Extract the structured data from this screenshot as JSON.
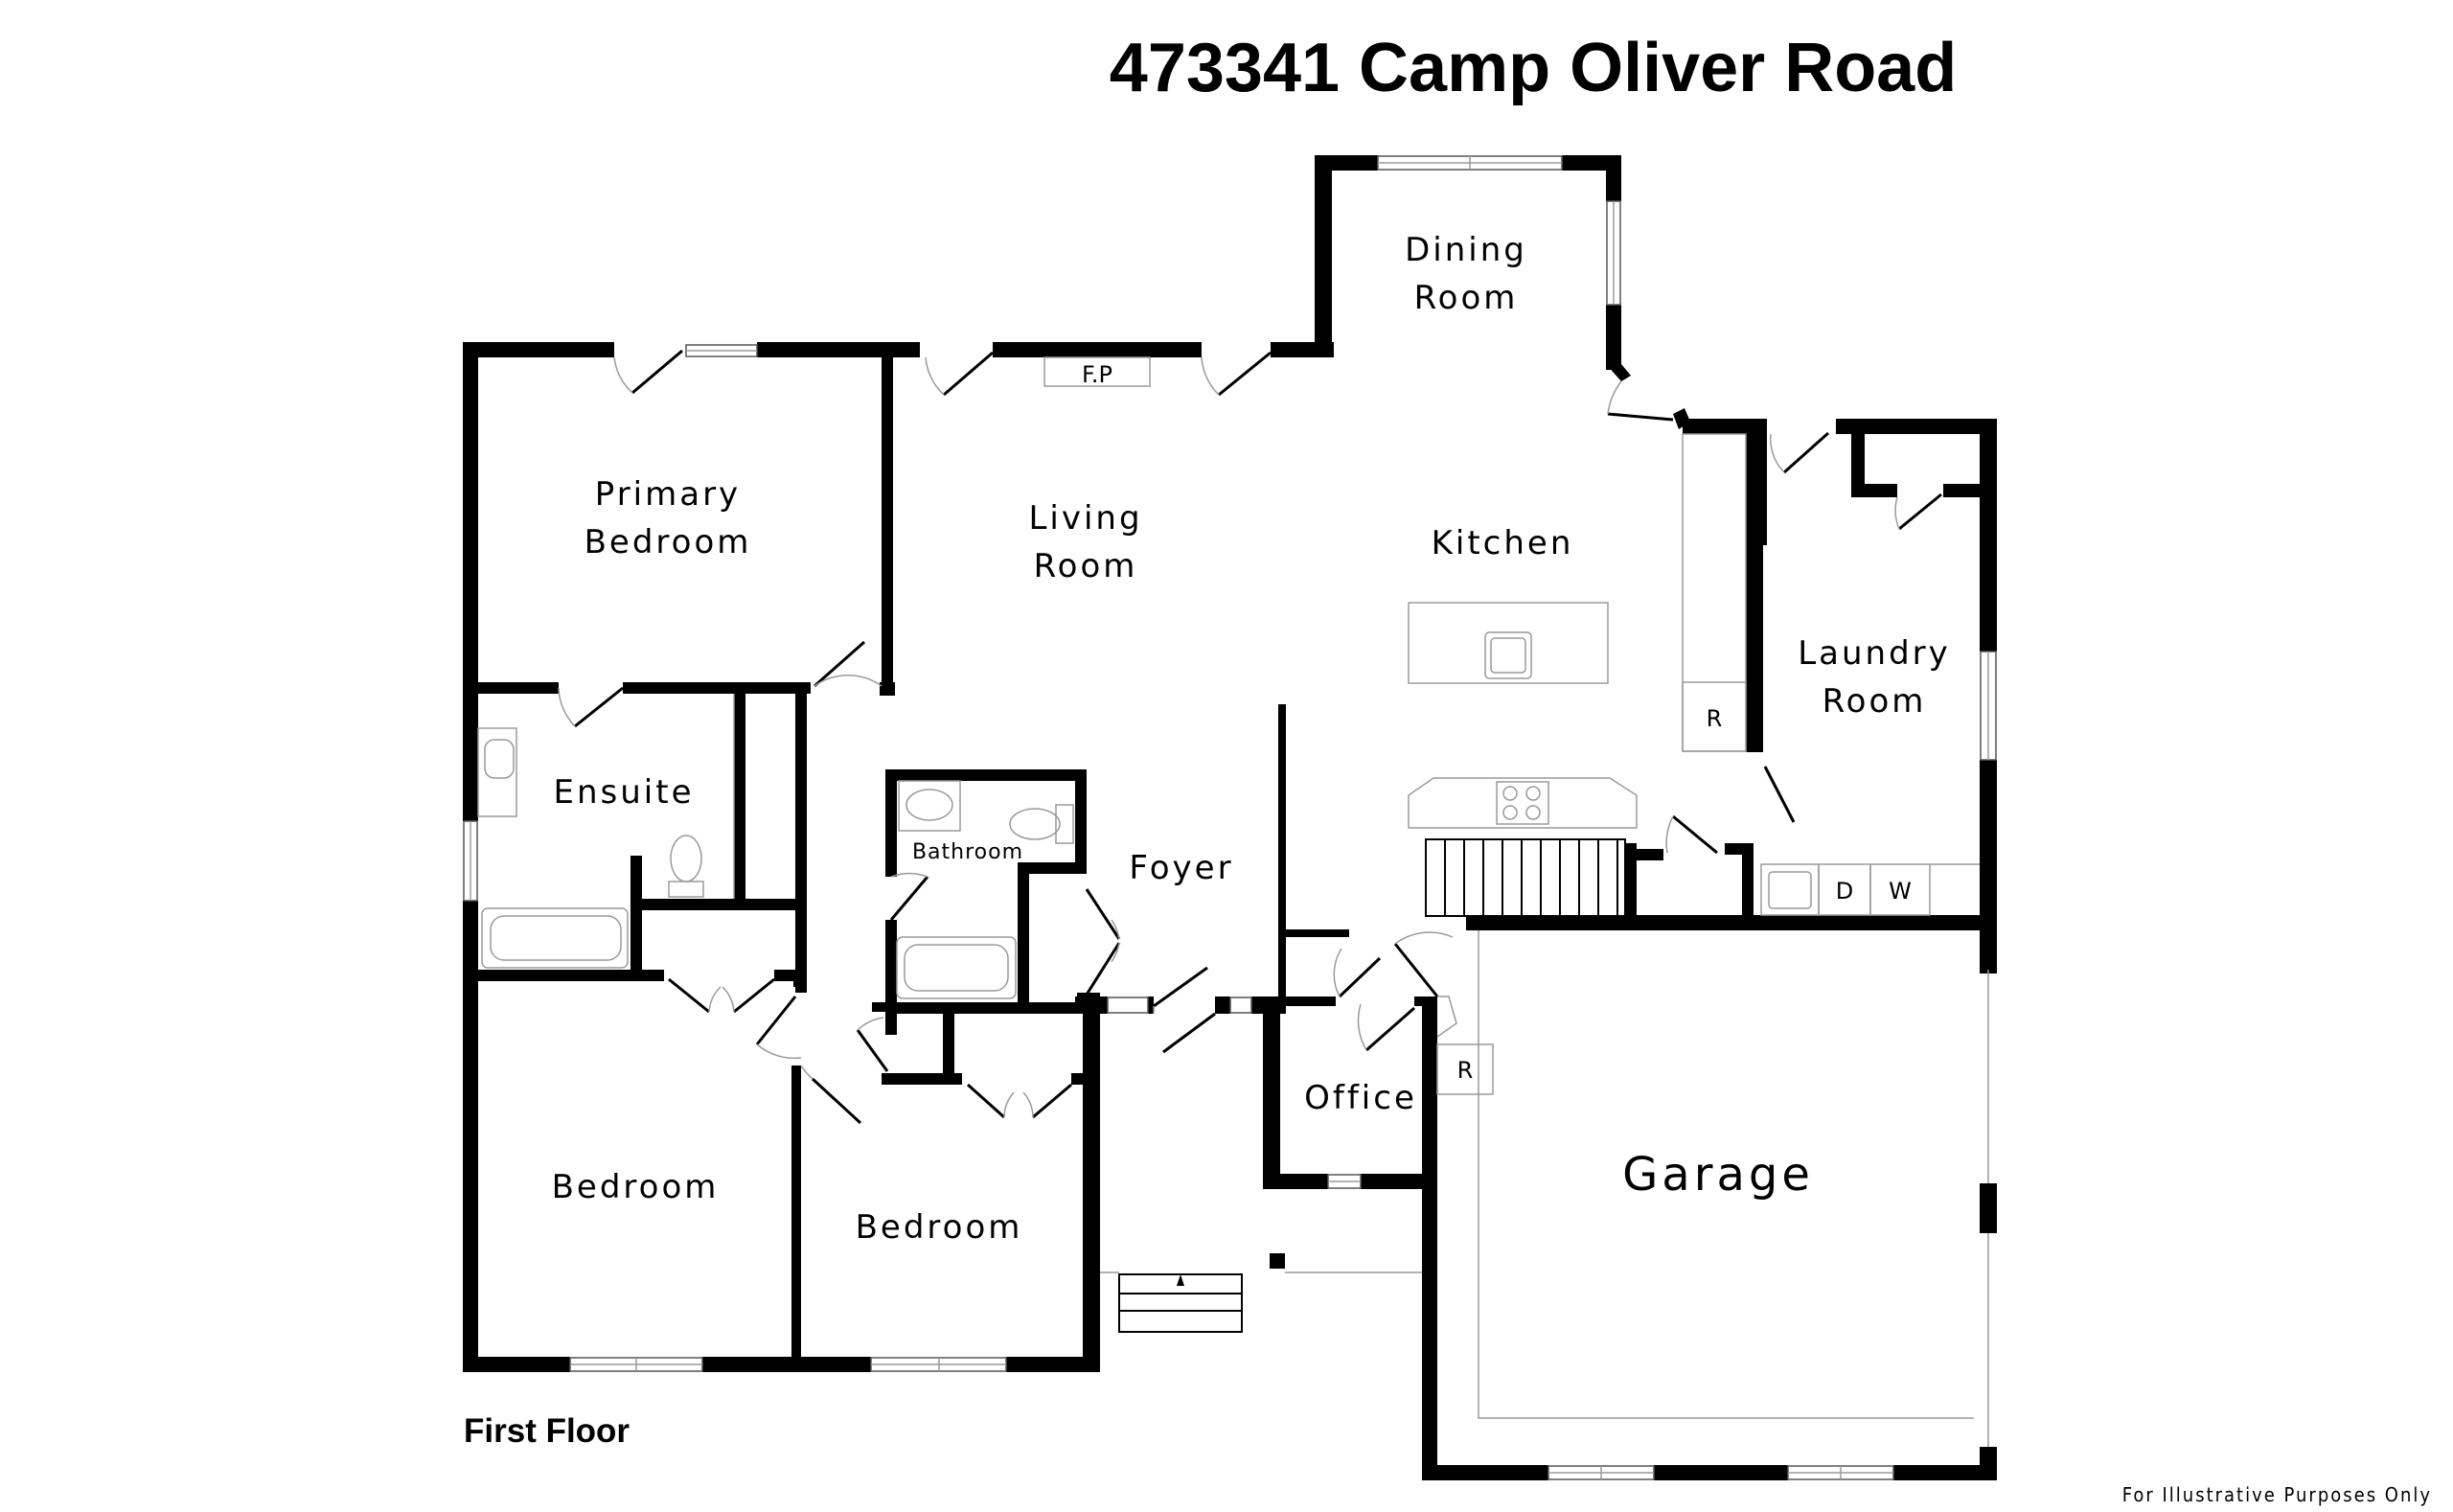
{
  "title": "473341 Camp Oliver Road",
  "floor_label": "First Floor",
  "disclaimer": "For Illustrative Purposes Only",
  "rooms": {
    "dining": [
      "Dining",
      "Room"
    ],
    "primary": [
      "Primary",
      "Bedroom"
    ],
    "living": [
      "Living",
      "Room"
    ],
    "kitchen": "Kitchen",
    "laundry": [
      "Laundry",
      "Room"
    ],
    "ensuite": "Ensuite",
    "bathroom": "Bathroom",
    "foyer": "Foyer",
    "office": "Office",
    "garage": "Garage",
    "bedroom_left": "Bedroom",
    "bedroom_right": "Bedroom"
  },
  "fixtures": {
    "fireplace": "F.P",
    "fridge_kitchen": "R",
    "fridge_garage": "R",
    "dryer": "D",
    "washer": "W"
  }
}
